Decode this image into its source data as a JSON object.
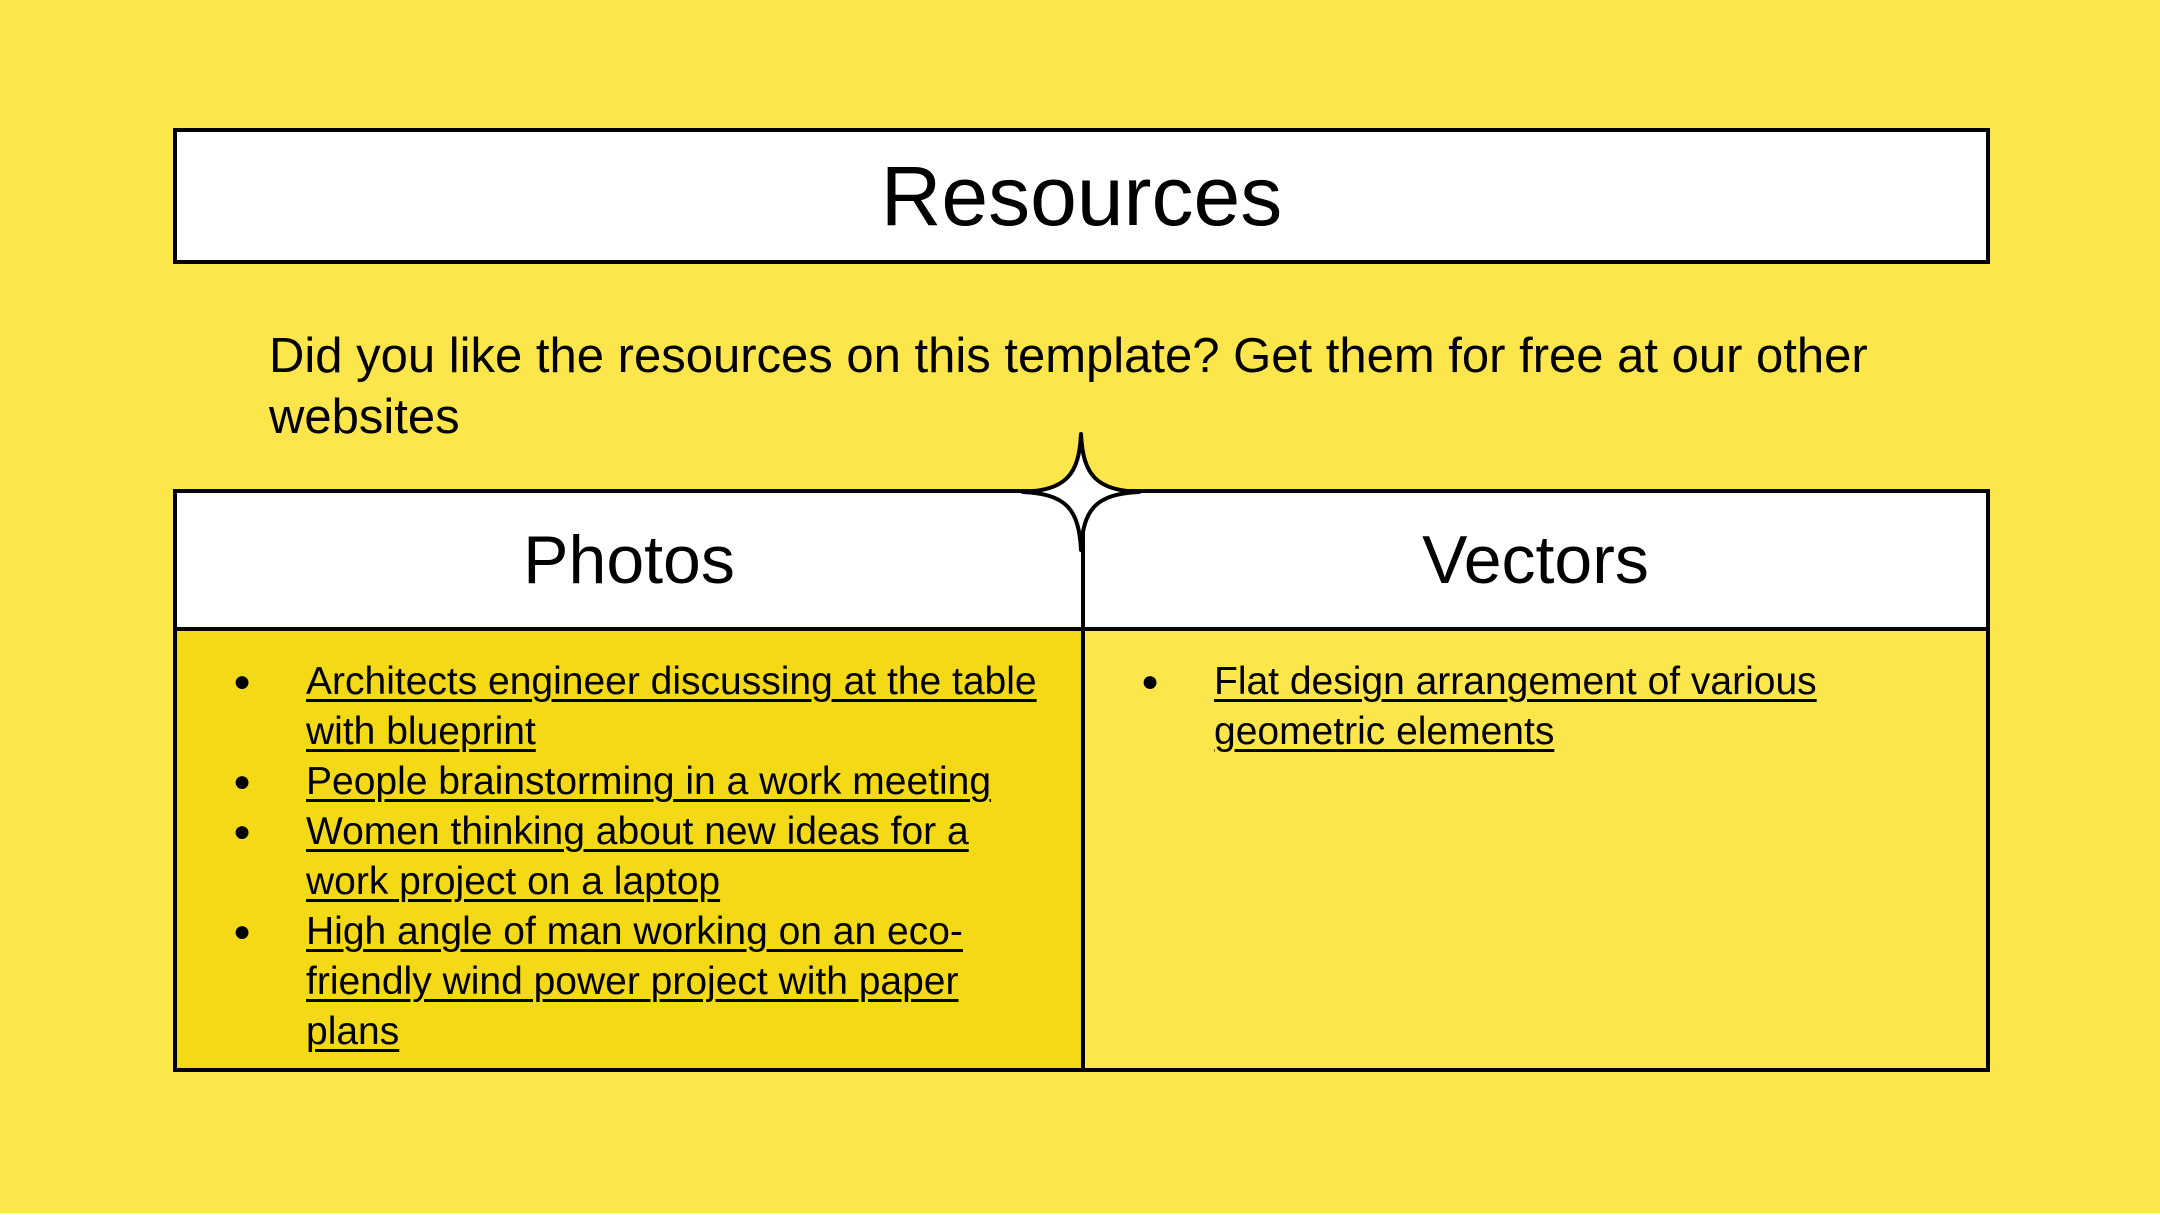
{
  "title": "Resources",
  "intro": "Did you like the resources on this template? Get them for free at our other websites",
  "columns": [
    {
      "header": "Photos",
      "links": [
        "Architects engineer discussing at the table with blueprint",
        "People brainstorming in a work meeting",
        "Women thinking about new ideas for a work project on a laptop",
        "High angle of man working on an eco-friendly wind power project with paper plans"
      ]
    },
    {
      "header": "Vectors",
      "links": [
        "Flat design arrangement of various geometric elements"
      ]
    }
  ],
  "colors": {
    "background": "#fde54c",
    "photos_panel": "#f3d916",
    "box_fill": "#ffffff",
    "outline": "#000000"
  },
  "icons": {
    "divider_ornament": "four-point-star-icon",
    "list_bullet": "●"
  }
}
